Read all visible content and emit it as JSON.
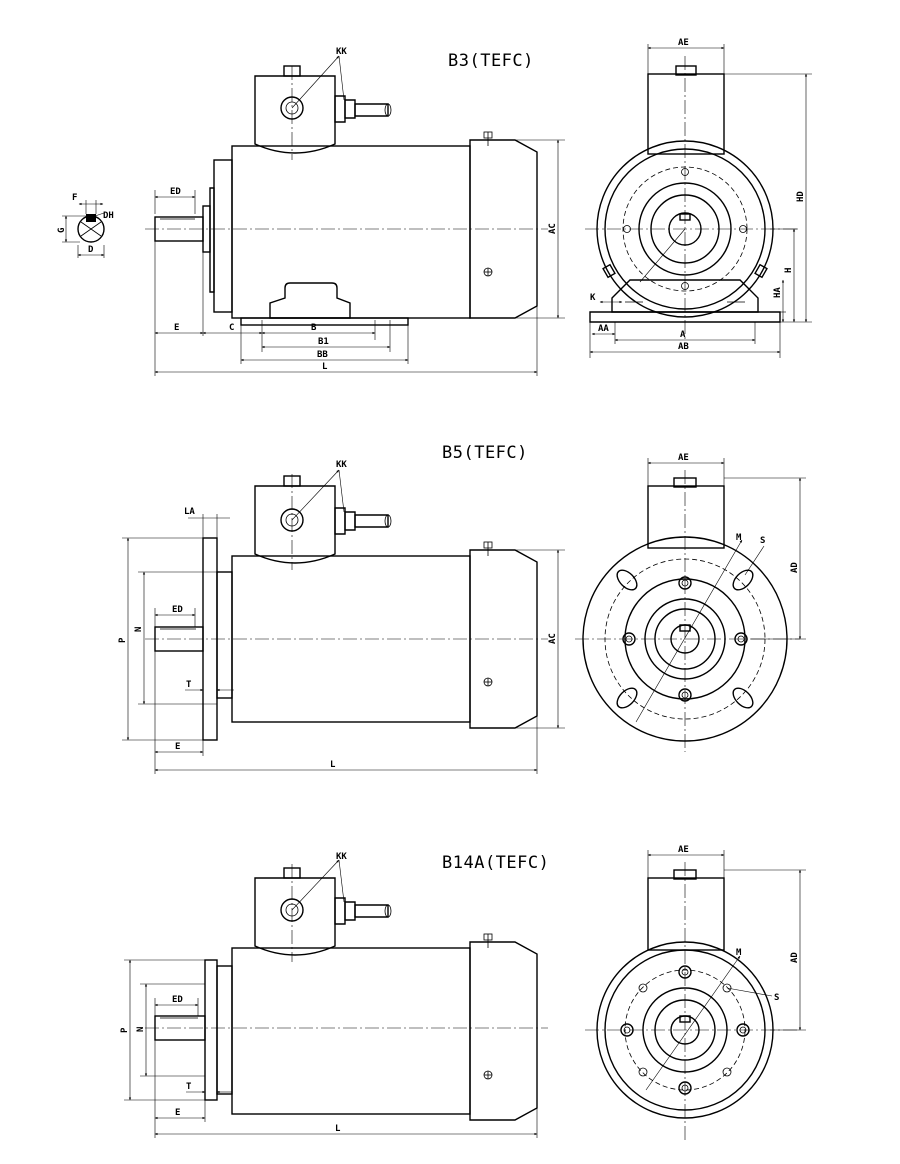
{
  "views": [
    {
      "title": "B3(TEFC)",
      "side_labels": [
        "KK",
        "ED",
        "F",
        "G",
        "DH",
        "D",
        "E",
        "C",
        "B",
        "B1",
        "BB",
        "L",
        "AC"
      ],
      "end_labels": [
        "AE",
        "HD",
        "H",
        "HA",
        "K",
        "AA",
        "A",
        "AB"
      ]
    },
    {
      "title": "B5(TEFC)",
      "side_labels": [
        "KK",
        "LA",
        "ED",
        "P",
        "N",
        "T",
        "E",
        "L",
        "AC"
      ],
      "end_labels": [
        "AE",
        "M",
        "S",
        "AD"
      ]
    },
    {
      "title": "B14A(TEFC)",
      "side_labels": [
        "KK",
        "ED",
        "P",
        "N",
        "T",
        "E",
        "L"
      ],
      "end_labels": [
        "AE",
        "M",
        "S",
        "AD"
      ]
    }
  ]
}
